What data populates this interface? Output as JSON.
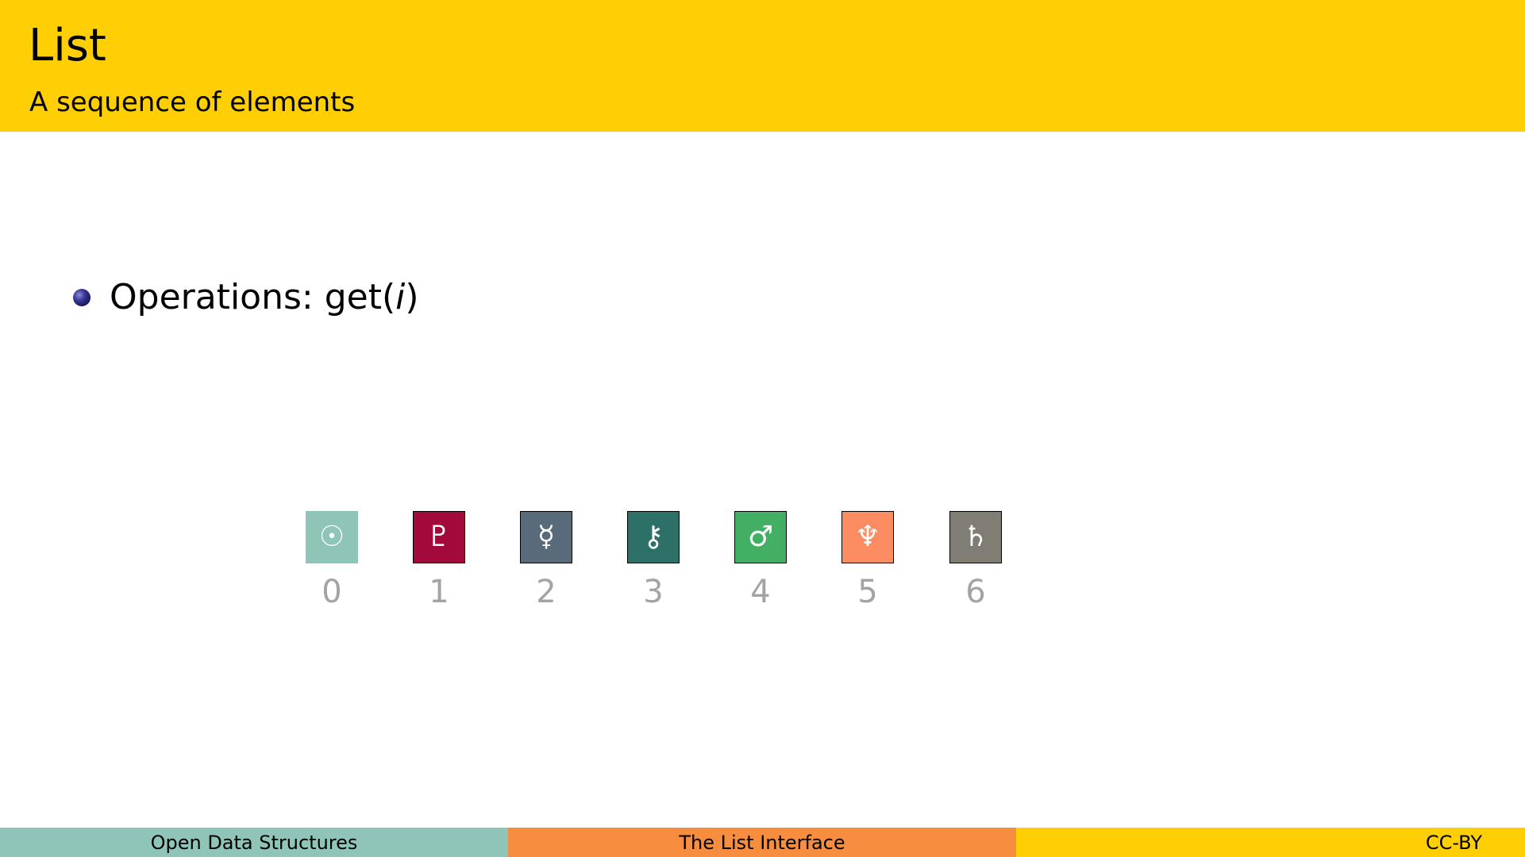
{
  "header": {
    "title": "List",
    "subtitle": "A sequence of elements"
  },
  "bullet": {
    "text": "Operations: get(",
    "arg": "i",
    "close": ")"
  },
  "list": {
    "cells": [
      {
        "symbol": "☉",
        "icon": "sun-icon",
        "color": "#8fc5b8"
      },
      {
        "symbol": "♇",
        "icon": "pluto-icon",
        "color": "#a10a3b"
      },
      {
        "symbol": "☿",
        "icon": "mercury-icon",
        "color": "#596b7b"
      },
      {
        "symbol": "⚷",
        "icon": "chiron-icon",
        "color": "#2d7068"
      },
      {
        "symbol": "♂",
        "icon": "mars-icon",
        "color": "#42af65"
      },
      {
        "symbol": "♆",
        "icon": "neptune-icon",
        "color": "#fc8c62"
      },
      {
        "symbol": "♄",
        "icon": "saturn-icon",
        "color": "#807d74"
      }
    ],
    "indices": [
      "0",
      "1",
      "2",
      "3",
      "4",
      "5",
      "6"
    ]
  },
  "footer": {
    "left": "Open Data Structures",
    "middle": "The List Interface",
    "right": "CC-BY"
  },
  "colors": {
    "header_bg": "#ffcf06",
    "footer_left": "#8fc5b8",
    "footer_middle": "#f78d3e",
    "footer_right": "#ffcf06",
    "index_text": "#a3a3a3"
  }
}
